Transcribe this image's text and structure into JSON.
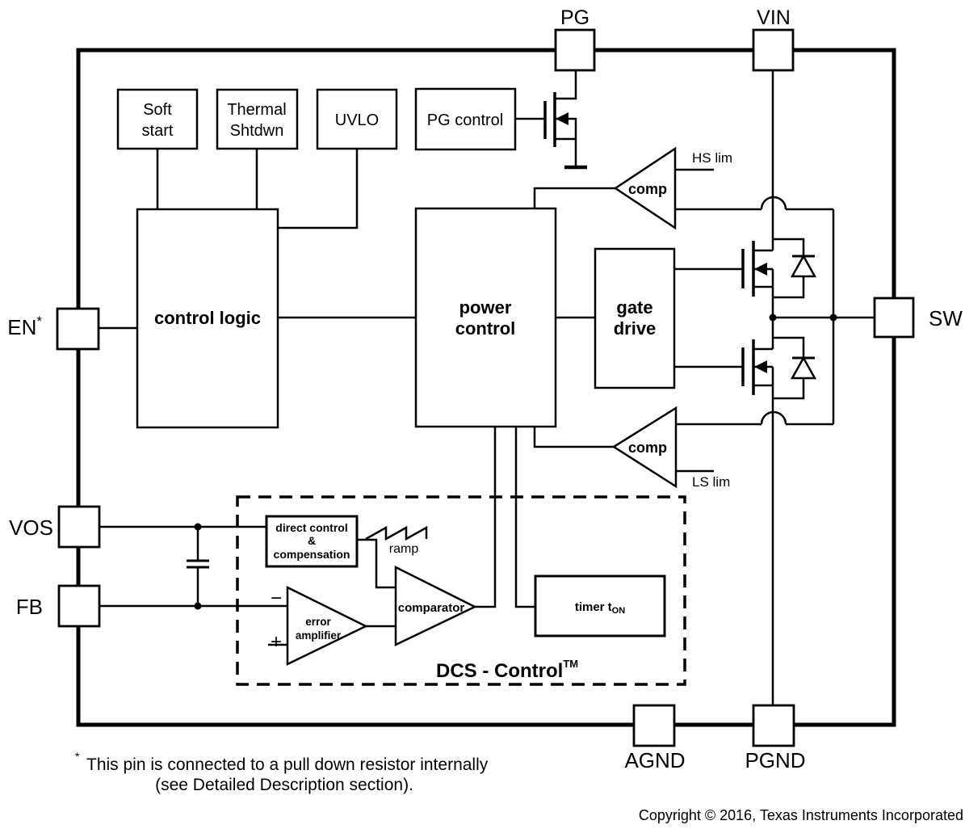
{
  "colors": {
    "line": "#000000",
    "background": "#ffffff"
  },
  "pins": {
    "pg": "PG",
    "vin": "VIN",
    "en": "EN",
    "en_sup": "*",
    "vos": "VOS",
    "fb": "FB",
    "sw": "SW",
    "agnd": "AGND",
    "pgnd": "PGND"
  },
  "blocks": {
    "soft_start": {
      "line1": "Soft",
      "line2": "start"
    },
    "thermal_shutdown": {
      "line1": "Thermal",
      "line2": "Shtdwn"
    },
    "uvlo": {
      "label": "UVLO"
    },
    "pg_control": {
      "label": "PG control"
    },
    "control_logic": {
      "label": "control logic"
    },
    "power_control": {
      "line1": "power",
      "line2": "control"
    },
    "gate_drive": {
      "line1": "gate",
      "line2": "drive"
    },
    "direct_control": {
      "line1": "direct control",
      "line2": "&",
      "line3": "compensation"
    },
    "error_amplifier": {
      "line1": "error",
      "line2": "amplifier"
    },
    "comparator": {
      "label": "comparator"
    },
    "timer": {
      "label": "timer t",
      "sub": "ON"
    },
    "hs_comparator": {
      "label": "comp"
    },
    "ls_comparator": {
      "label": "comp"
    }
  },
  "labels": {
    "hs_lim": "HS lim",
    "ls_lim": "LS lim",
    "ramp": "ramp",
    "dcs_control": "DCS - Control",
    "dcs_control_sup": "TM",
    "minus": "−",
    "plus": "+"
  },
  "footnote": {
    "sup": "*",
    "line1": "This pin is connected to a pull down resistor internally",
    "line2": "(see Detailed Description section)."
  },
  "copyright": "Copyright © 2016, Texas Instruments Incorporated"
}
